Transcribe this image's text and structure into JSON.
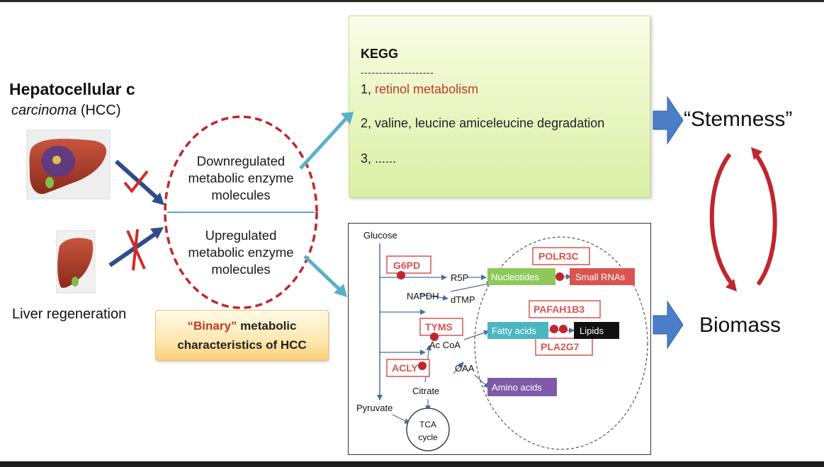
{
  "hcc": {
    "title": "Hepatocellular c",
    "subtitle_italic": "carcinoma",
    "subtitle_rest": " (HCC)"
  },
  "liver_regen": "Liver regeneration",
  "oval": {
    "down": [
      "Downregulated",
      "metabolic enzyme",
      "molecules"
    ],
    "up": [
      "Upregulated",
      "metabolic enzyme",
      "molecules"
    ]
  },
  "binary": {
    "quote": "“Binary”",
    "line1_rest": " metabolic",
    "line2": "characteristics of HCC"
  },
  "kegg": {
    "title": "KEGG",
    "dashes": "--------------------",
    "item1_num": "1, ",
    "item1_text": "retinol metabolism",
    "item2": "2, valine, leucine amiceleucine degradation",
    "item3": "3, ......"
  },
  "outcomes": {
    "stemness": "“Stemness”",
    "biomass": "Biomass"
  },
  "pathway": {
    "glucose": "Glucose",
    "g6pd": "G6PD",
    "r5p": "R5P",
    "nadph": "NAPDH",
    "dtmp": "dTMP",
    "tyms": "TYMS",
    "accoa": "Ac CoA",
    "acly": "ACLY",
    "oaa": "OAA",
    "citrate": "Citrate",
    "pyruvate": "Pyruvate",
    "tca1": "TCA",
    "tca2": "cycle",
    "nucleotides": "Nucleotides",
    "small_rnas": "Small RNAs",
    "polr3c": "POLR3C",
    "pafah1b3": "PAFAH1B3",
    "fatty_acids": "Fatty acids",
    "lipids": "Lipids",
    "pla2g7": "PLA2G7",
    "amino_acids": "Amino acids"
  },
  "colors": {
    "oval_red": "#c0262d",
    "teal_arrow": "#5ab0c8",
    "blue_arrow": "#4a7fc8",
    "navy_arrow": "#2f4d8a",
    "green_box": "#8fc85a",
    "red_box": "#d9534f",
    "teal_box": "#4bb5c1",
    "purple_box": "#7e5aa8"
  }
}
